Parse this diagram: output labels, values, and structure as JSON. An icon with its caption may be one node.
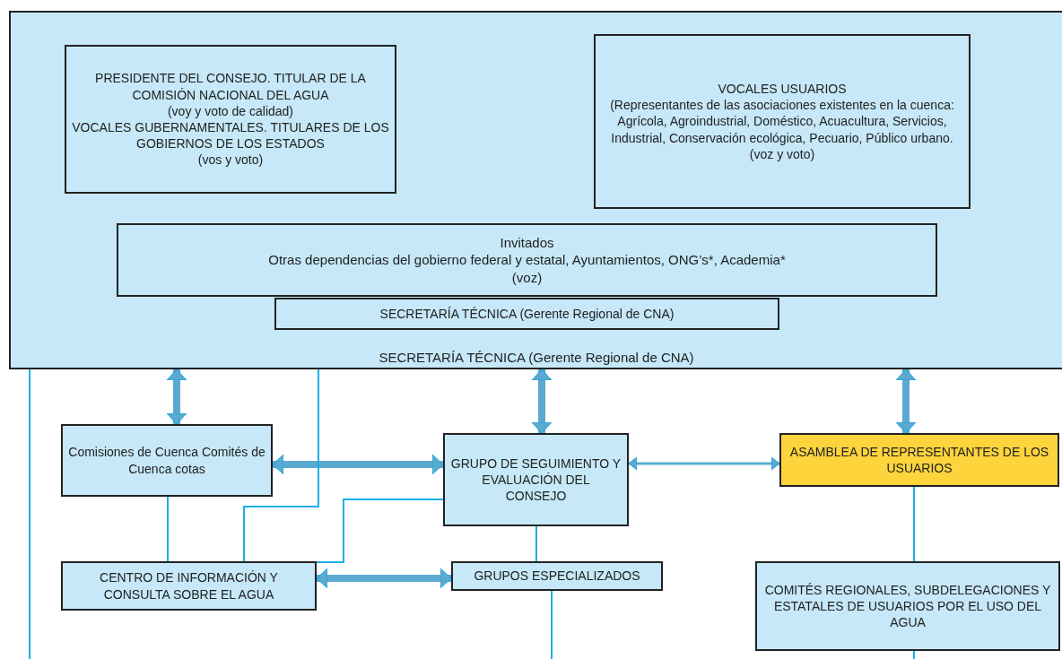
{
  "diagram": {
    "nodes": [
      {
        "text": [
          "SECRETARÍA TÉCNICA (Gerente Regional de CNA)"
        ]
      },
      {
        "text": [
          "PRESIDENTE DEL CONSEJO. TITULAR DE LA COMISIÓN NACIONAL DEL AGUA",
          "(voy y voto de calidad)",
          "VOCALES GUBERNAMENTALES. TITULARES DE LOS GOBIERNOS DE LOS ESTADOS",
          "(vos y voto)"
        ],
        "in": 0
      },
      {
        "text": [
          "VOCALES USUARIOS",
          "(Representantes de las asociaciones existentes en la cuenca: Agrícola, Agroindustrial, Doméstico, Acuacultura, Servicios, Industrial, Conservación ecológica, Pecuario, Público urbano.",
          "(voz y voto)"
        ],
        "in": 0
      },
      {
        "text": [
          "Invitados",
          "Otras dependencias del gobierno federal y estatal, Ayuntamientos, ONG’s*, Academia*",
          "(voz)"
        ],
        "in": 0
      },
      {
        "text": [
          "SECRETARÍA TÉCNICA (Gerente Regional de CNA)"
        ],
        "in": 0
      },
      {
        "text": [
          "Comisiones de Cuenca Comités de Cuenca cotas"
        ]
      },
      {
        "text": [
          "GRUPO DE SEGUIMIENTO Y EVALUACIÓN DEL CONSEJO"
        ]
      },
      {
        "text": [
          "ASAMBLEA DE REPRESENTANTES DE LOS USUARIOS"
        ]
      },
      {
        "text": [
          "CENTRO DE INFORMACIÓN Y CONSULTA SOBRE EL AGUA"
        ]
      },
      {
        "text": [
          "GRUPOS ESPECIALIZADOS"
        ]
      },
      {
        "text": [
          "COMITÉS REGIONALES, SUBDELEGACIONES Y ESTATALES DE USUARIOS POR EL USO DEL AGUA"
        ]
      }
    ],
    "edges": [
      {
        "from": 0,
        "to": 5,
        "arrow": "both",
        "style": "thick"
      },
      {
        "from": 0,
        "to": 6,
        "arrow": "both",
        "style": "thick"
      },
      {
        "from": 0,
        "to": 7,
        "arrow": "both",
        "style": "thick"
      },
      {
        "from": 5,
        "to": 6,
        "arrow": "both",
        "style": "thick"
      },
      {
        "from": 6,
        "to": 7,
        "arrow": "both"
      },
      {
        "from": 8,
        "to": 9,
        "arrow": "both",
        "style": "thick"
      },
      {
        "from": 5,
        "to": 8,
        "arrow": "none"
      },
      {
        "from": 0,
        "to": 8,
        "arrow": "none"
      },
      {
        "from": 6,
        "to": 8,
        "arrow": "none"
      },
      {
        "from": 6,
        "to": 9,
        "arrow": "none"
      },
      {
        "from": 7,
        "to": 10,
        "arrow": "none"
      },
      {
        "from": 0,
        "to": null,
        "arrow": "none"
      },
      {
        "from": 9,
        "to": null,
        "arrow": "none"
      },
      {
        "from": 10,
        "to": null,
        "arrow": "none"
      }
    ]
  }
}
